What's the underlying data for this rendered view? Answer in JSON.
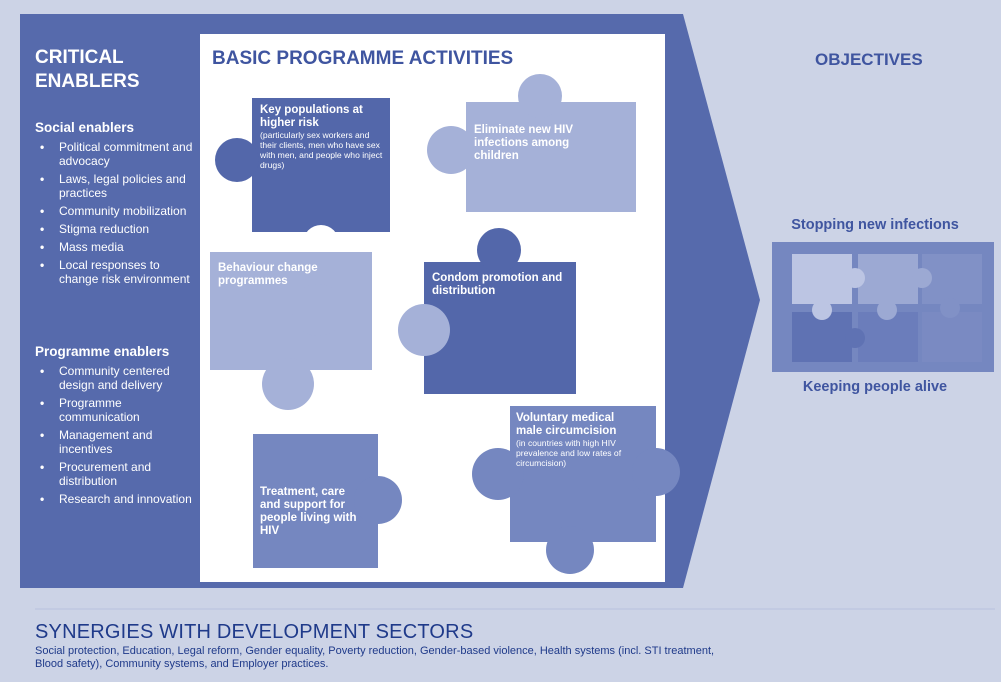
{
  "critical_enablers": {
    "title_line1": "CRITICAL",
    "title_line2": "ENABLERS",
    "social_heading": "Social enablers",
    "social_items": [
      "Political commitment and advocacy",
      "Laws, legal policies and practices",
      "Community mobilization",
      "Stigma reduction",
      "Mass media",
      "Local responses to change risk environment"
    ],
    "programme_heading": "Programme enablers",
    "programme_items": [
      "Community centered design and delivery",
      "Programme communication",
      "Management and incentives",
      "Procurement and distribution",
      "Research and innovation"
    ]
  },
  "basic_activities": {
    "title": "BASIC PROGRAMME ACTIVITIES",
    "pieces": [
      {
        "title": "Key populations at higher risk",
        "note": "(particularly sex workers and their clients, men who have sex with men, and people who inject drugs)"
      },
      {
        "title": "Eliminate new HIV infections among children",
        "note": ""
      },
      {
        "title": "Behaviour change programmes",
        "note": ""
      },
      {
        "title": "Condom promotion and distribution",
        "note": ""
      },
      {
        "title": "Voluntary medical male circumcision",
        "note": "(in countries with high HIV prevalence and low rates of circumcision)"
      },
      {
        "title": "Treatment, care and support for people living with HIV",
        "note": ""
      }
    ]
  },
  "objectives": {
    "title": "OBJECTIVES",
    "line1": "Stopping new infections",
    "line2": "Keeping people alive"
  },
  "synergies": {
    "title": "SYNERGIES WITH DEVELOPMENT SECTORS",
    "text": "Social protection, Education, Legal reform, Gender equality, Poverty reduction, Gender-based violence, Health systems (incl. STI treatment, Blood safety), Community systems, and Employer practices."
  },
  "colors": {
    "background": "#ccd3e6",
    "band_dark": "#566aac",
    "panel_white": "#ffffff",
    "piece_dark": "#5367aa",
    "piece_mid": "#7587c0",
    "piece_light": "#a5b1d8",
    "title_blue": "#3f55a0"
  }
}
